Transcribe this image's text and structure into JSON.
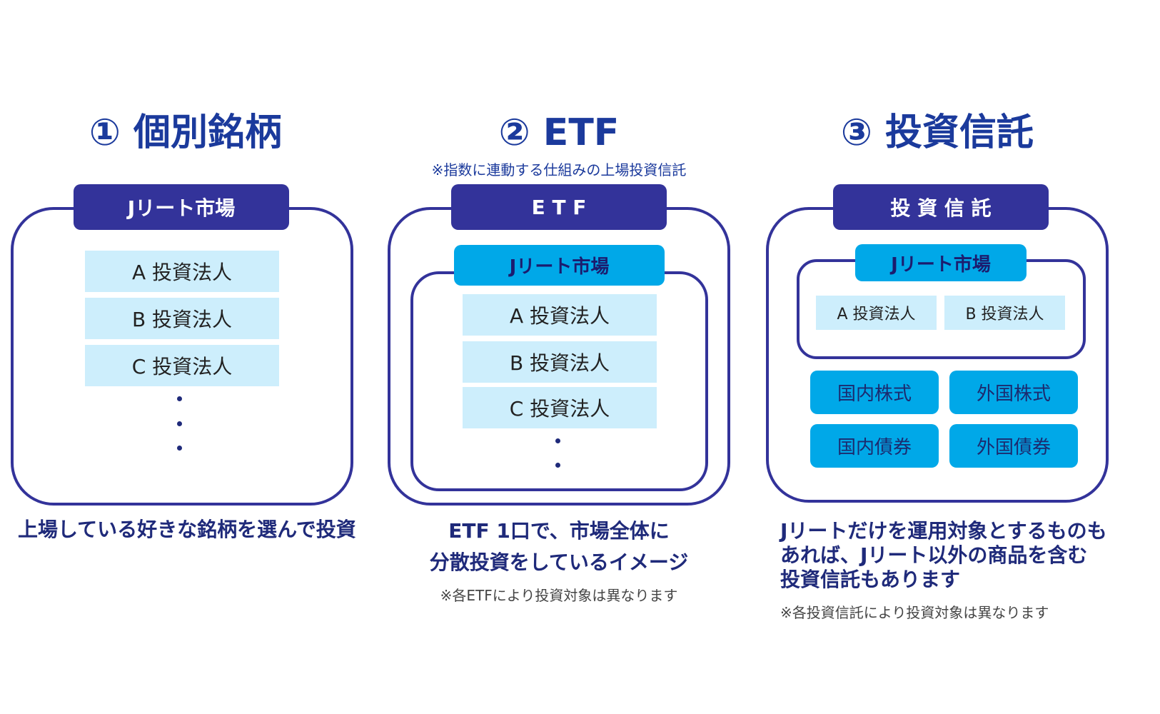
{
  "columns": [
    {
      "title": "① 個別銘柄",
      "tab": "Jリート市場",
      "cells": [
        "A 投資法人",
        "B 投資法人",
        "C 投資法人"
      ],
      "caption": "上場している好きな銘柄を選んで投資"
    },
    {
      "title": "② ETF",
      "subnote": "※指数に連動する仕組みの上場投資信託",
      "tab": "E T F",
      "inner_tab": "Jリート市場",
      "cells": [
        "A 投資法人",
        "B 投資法人",
        "C 投資法人"
      ],
      "caption_lines": [
        "ETF 1口で、市場全体に",
        "分散投資をしているイメージ"
      ],
      "footnote": "※各ETFにより投資対象は異なります"
    },
    {
      "title": "③ 投資信託",
      "tab": "投 資 信 託",
      "inner_tab": "Jリート市場",
      "cells": [
        "A 投資法人",
        "B 投資法人"
      ],
      "assets": [
        "国内株式",
        "外国株式",
        "国内債券",
        "外国債券"
      ],
      "caption_lines": [
        "Jリートだけを運用対象とするものも",
        "あれば、Jリート以外の商品を含む",
        "投資信託もあります"
      ],
      "footnote": "※各投資信託により投資対象は異なります"
    }
  ]
}
